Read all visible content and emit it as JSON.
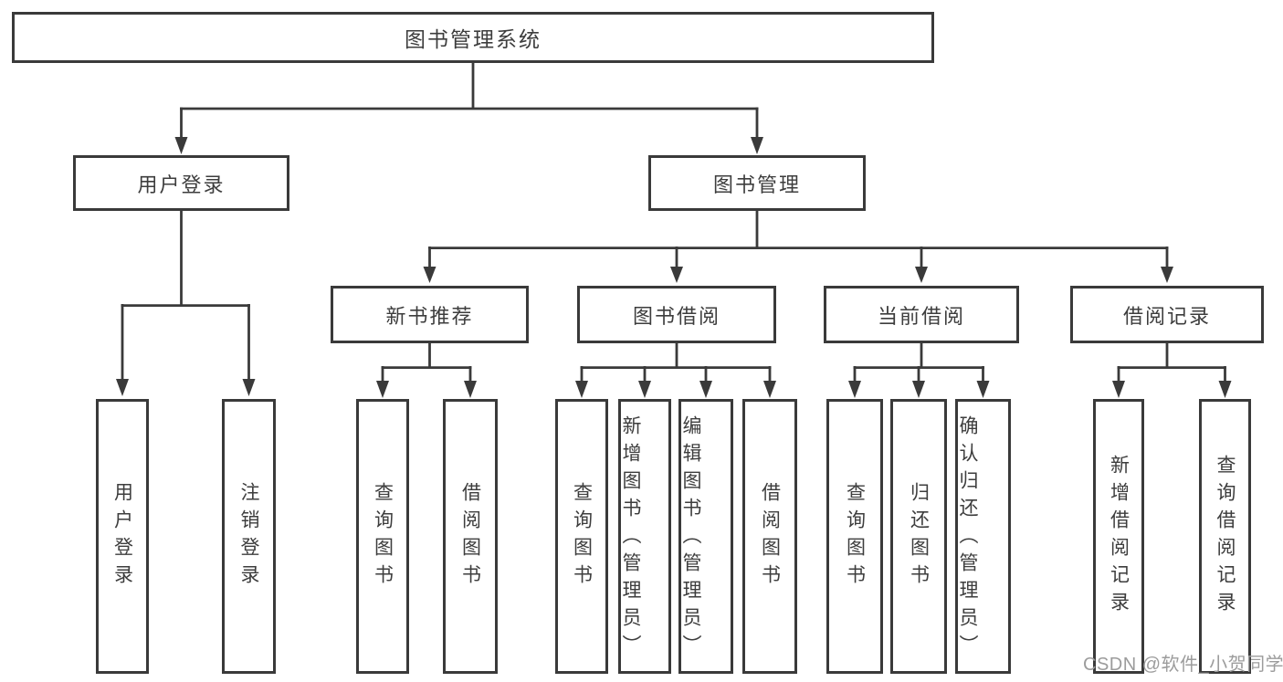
{
  "tree": {
    "root": {
      "label": "图书管理系统"
    },
    "children": [
      {
        "label": "用户登录",
        "children": [
          {
            "label": "用户登录"
          },
          {
            "label": "注销登录"
          }
        ]
      },
      {
        "label": "图书管理",
        "children": [
          {
            "label": "新书推荐",
            "children": [
              {
                "label": "查询图书"
              },
              {
                "label": "借阅图书"
              }
            ]
          },
          {
            "label": "图书借阅",
            "children": [
              {
                "label": "查询图书"
              },
              {
                "label": "新增图书（管理员）"
              },
              {
                "label": "编辑图书（管理员）"
              },
              {
                "label": "借阅图书"
              }
            ]
          },
          {
            "label": "当前借阅",
            "children": [
              {
                "label": "查询图书"
              },
              {
                "label": "归还图书"
              },
              {
                "label": "确认归还（管理员）"
              }
            ]
          },
          {
            "label": "借阅记录",
            "children": [
              {
                "label": "新增借阅记录"
              },
              {
                "label": "查询借阅记录"
              }
            ]
          }
        ]
      }
    ]
  },
  "watermark": {
    "text": "CSDN @软件_小贺同学"
  },
  "colors": {
    "line": "#3a3a3a",
    "text": "#3d3d3d",
    "watermark": "#9c9c9c",
    "background": "#ffffff"
  }
}
